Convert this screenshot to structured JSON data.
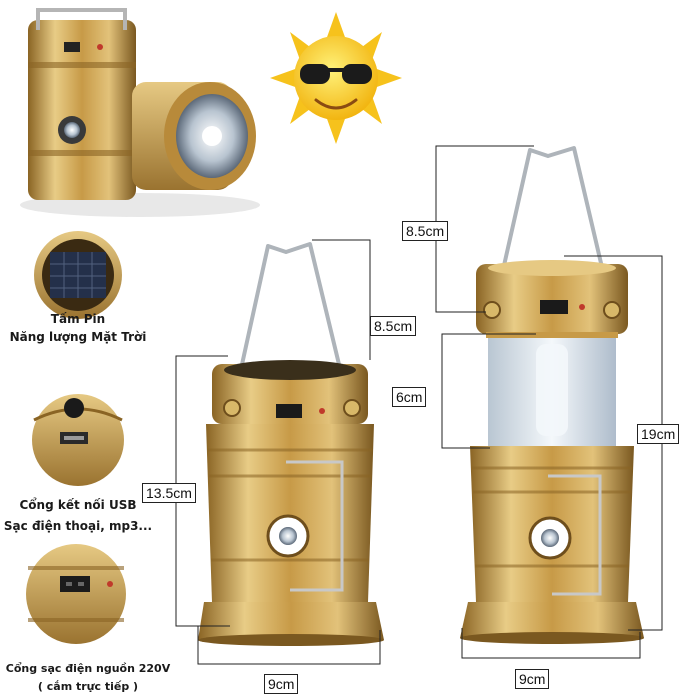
{
  "captions": {
    "solar_line1": "Tấm Pin",
    "solar_line2": "Năng lượng Mặt Trời",
    "usb_line1": "Cổng kết nối USB",
    "usb_line2": "Sạc điện thoại, mp3...",
    "ac_line1": "Cổng sạc điện nguồn 220V",
    "ac_line2": "( cắm trực tiếp )"
  },
  "dimensions": {
    "left_handle": "8.5cm",
    "left_body": "13.5cm",
    "left_width": "9cm",
    "right_handle": "8.5cm",
    "right_light": "6cm",
    "right_total": "19cm",
    "right_width": "9cm"
  },
  "colors": {
    "gold_light": "#e2c27a",
    "gold_mid": "#c79a47",
    "gold_dark": "#8a6424",
    "globe": "#dde6ee",
    "sun": "#f6c21c",
    "dim_line": "#222222"
  }
}
